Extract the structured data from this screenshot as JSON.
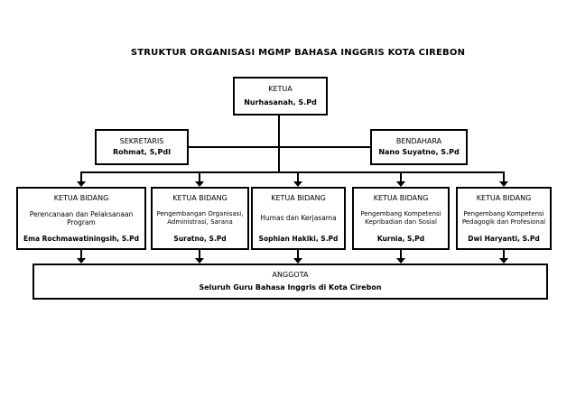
{
  "title": "STRUKTUR ORGANISASI MGMP BAHASA INGGRIS KOTA CIREBON",
  "chart": {
    "ketua": {
      "role": "KETUA",
      "name": "Nurhasanah, S.Pd"
    },
    "sekretaris": {
      "role": "SEKRETARIS",
      "name": "Rohmat, S,PdI"
    },
    "bendahara": {
      "role": "BENDAHARA",
      "name": "Nano Suyatno, S.Pd"
    },
    "bidang": [
      {
        "role": "KETUA BIDANG",
        "division": "Perencanaan dan Pelaksanaan Program",
        "name": "Ema Rochmawatiningsih, S.Pd"
      },
      {
        "role": "KETUA BIDANG",
        "division": "Pengembangan Organisasi, Administrasi, Sarana",
        "name": "Suratno, S.Pd"
      },
      {
        "role": "KETUA BIDANG",
        "division": "Humas dan Kerjasama",
        "name": "Sophian Hakiki, S.Pd"
      },
      {
        "role": "KETUA BIDANG",
        "division": "Pengembang Kompetensi Kepribadian dan Sosial",
        "name": "Kurnia, S,Pd"
      },
      {
        "role": "KETUA BIDANG",
        "division": "Pengembang Kompetensi Pedagogik dan Profesional",
        "name": "Dwi Haryanti, S.Pd"
      }
    ],
    "anggota": {
      "role": "ANGGOTA",
      "name": "Seluruh Guru Bahasa Inggris di Kota Cirebon"
    }
  },
  "colors": {
    "line": "#000000",
    "text": "#000000",
    "background": "#ffffff"
  }
}
